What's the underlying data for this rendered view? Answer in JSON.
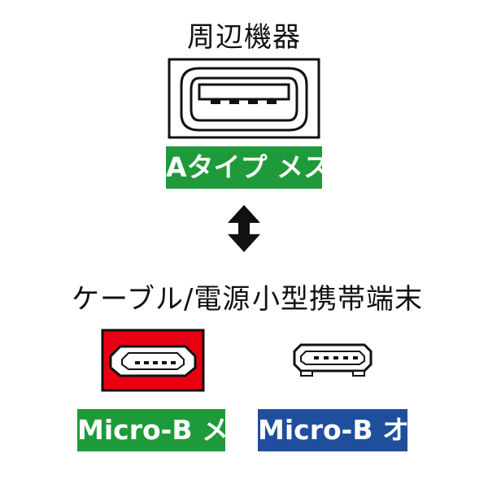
{
  "top": {
    "title": "周辺機器",
    "badge": "Aタイプ メス"
  },
  "bottom_left": {
    "title": "ケーブル/電源",
    "badge": "Micro-B メス"
  },
  "bottom_right": {
    "title": "小型携帯端末",
    "badge": "Micro-B オス"
  },
  "colors": {
    "green": "#1f9a3a",
    "blue": "#1f4e9c",
    "red": "#e60012",
    "outline": "#111111"
  },
  "icons": {
    "top": "usb-a-female-port-icon",
    "arrow": "double-arrow-up-down-icon",
    "bottom_left": "micro-b-female-port-icon",
    "bottom_right": "micro-b-male-plug-icon"
  }
}
